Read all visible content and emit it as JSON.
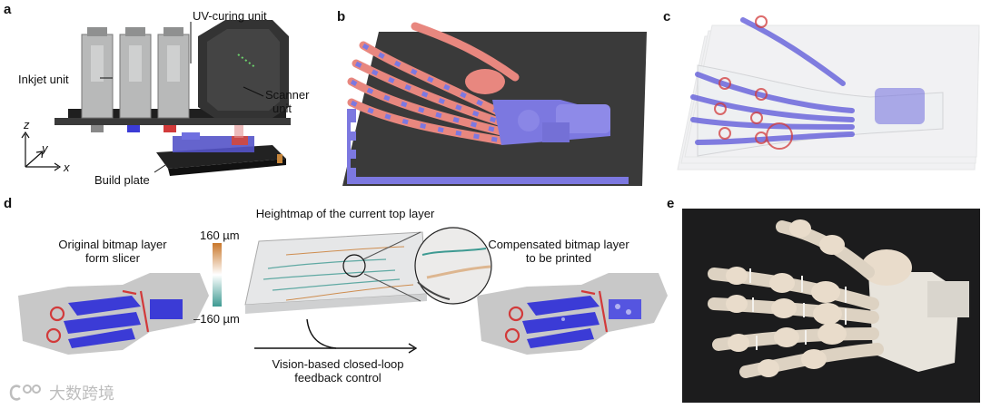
{
  "panels": {
    "a": {
      "letter": "a",
      "uv_curing_unit": "UV-curing unit",
      "inkjet_unit": "Inkjet unit",
      "scanner_unit_line1": "Scanner",
      "scanner_unit_line2": "unit",
      "build_plate": "Build plate",
      "axis_z": "z",
      "axis_y": "y",
      "axis_x": "x"
    },
    "b": {
      "letter": "b"
    },
    "c": {
      "letter": "c"
    },
    "d": {
      "letter": "d",
      "original_line1": "Original bitmap layer",
      "original_line2": "form slicer",
      "heightmap_title": "Heightmap of the current top layer",
      "scale_max": "160 µm",
      "scale_min": "–160 µm",
      "compensated_line1": "Compensated bitmap layer",
      "compensated_line2": "to be printed",
      "feedback_line1": "Vision-based closed-loop",
      "feedback_line2": "feedback control"
    },
    "e": {
      "letter": "e"
    }
  },
  "watermark": {
    "text": "大数跨境"
  },
  "colors": {
    "soft_material": "#e8877f",
    "support_material": "#7c78e0",
    "bitmap_blue": "#3b3bd6",
    "bitmap_red": "#d23a3a",
    "bitmap_grey": "#c8c8c8",
    "scale_top": "#c9772a",
    "scale_bottom": "#3e9a92",
    "printer_grey": "#bfc0c0",
    "printer_dark": "#2b2b2b"
  }
}
